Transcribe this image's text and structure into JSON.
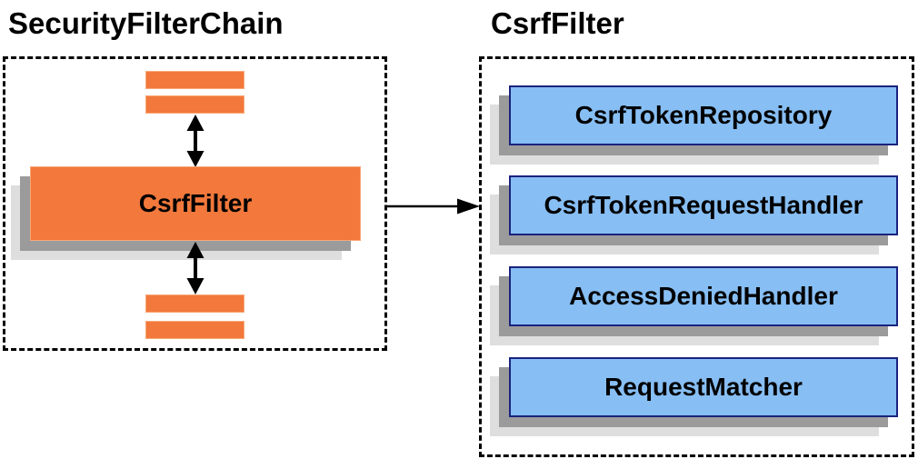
{
  "colors": {
    "orange_fill": "#F2783C",
    "orange_border": "#F8A878",
    "blue_fill": "#87BEF3",
    "blue_border": "#1A237E",
    "shadow_dark": "#9B9B9B",
    "shadow_light": "#DEDEDE",
    "arrow_color": "#000000",
    "dash_color": "#000000",
    "title_color": "#000000",
    "label_color": "#000000",
    "page_bg": "#FFFFFF"
  },
  "left_panel": {
    "title": "SecurityFilterChain",
    "main_box_label": "CsrfFilter",
    "filter_bar_count": 4
  },
  "right_panel": {
    "title": "CsrfFilter",
    "components": [
      {
        "label": "CsrfTokenRepository"
      },
      {
        "label": "CsrfTokenRequestHandler"
      },
      {
        "label": "AccessDeniedHandler"
      },
      {
        "label": "RequestMatcher"
      }
    ]
  }
}
